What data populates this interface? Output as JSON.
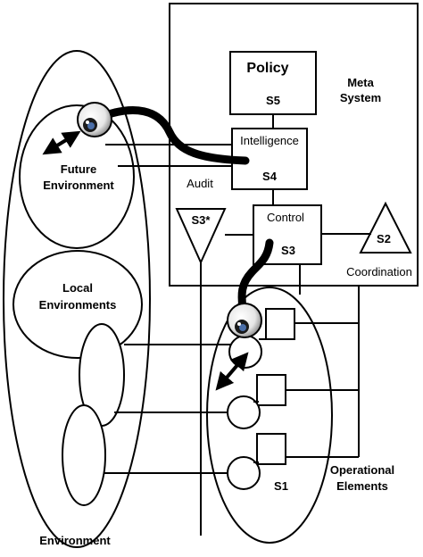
{
  "labels": {
    "policy": "Policy",
    "s5": "S5",
    "meta_line1": "Meta",
    "meta_line2": "System",
    "intelligence": "Intelligence",
    "s4": "S4",
    "audit": "Audit",
    "s3_star": "S3*",
    "control": "Control",
    "s3": "S3",
    "s2": "S2",
    "coordination": "Coordination",
    "future_line1": "Future",
    "future_line2": "Environment",
    "local_line1": "Local",
    "local_line2": "Environments",
    "operational_line1": "Operational",
    "operational_line2": "Elements",
    "s1": "S1",
    "environment": "Environment"
  },
  "icons": {
    "eye_upper": "eye-icon",
    "eye_lower": "eye-icon",
    "arrow_upper": "double-arrow-icon",
    "arrow_lower": "double-arrow-icon"
  }
}
